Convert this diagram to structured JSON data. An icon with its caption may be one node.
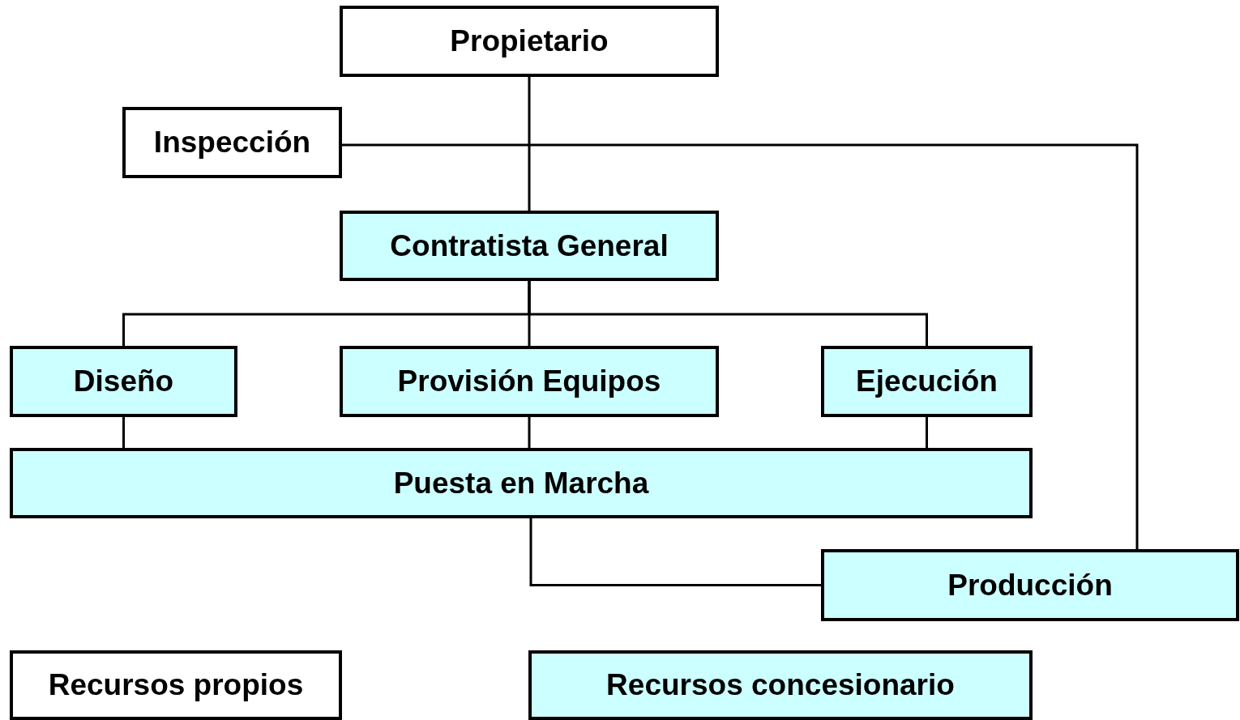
{
  "diagram": {
    "nodes": [
      {
        "text": [
          "Propietario"
        ]
      },
      {
        "text": [
          "Inspección"
        ]
      },
      {
        "text": [
          "Contratista General"
        ]
      },
      {
        "text": [
          "Diseño"
        ]
      },
      {
        "text": [
          "Provisión Equipos"
        ]
      },
      {
        "text": [
          "Ejecución"
        ]
      },
      {
        "text": [
          "Puesta en Marcha"
        ]
      },
      {
        "text": [
          "Producción"
        ]
      }
    ],
    "edges": [
      {
        "from": 0,
        "to": 2,
        "arrow": "none"
      },
      {
        "from": 1,
        "to": 7,
        "arrow": "none"
      },
      {
        "from": 2,
        "to": 3,
        "arrow": "none"
      },
      {
        "from": 2,
        "to": 4,
        "arrow": "none"
      },
      {
        "from": 2,
        "to": 5,
        "arrow": "none"
      },
      {
        "from": 3,
        "to": 6,
        "arrow": "none"
      },
      {
        "from": 4,
        "to": 6,
        "arrow": "none"
      },
      {
        "from": 5,
        "to": 6,
        "arrow": "none"
      },
      {
        "from": 6,
        "to": 7,
        "arrow": "none"
      }
    ],
    "legend": [
      {
        "text": "Recursos propios",
        "color": "#ffffff"
      },
      {
        "text": "Recursos concesionario",
        "color": "#ccffff"
      }
    ]
  }
}
